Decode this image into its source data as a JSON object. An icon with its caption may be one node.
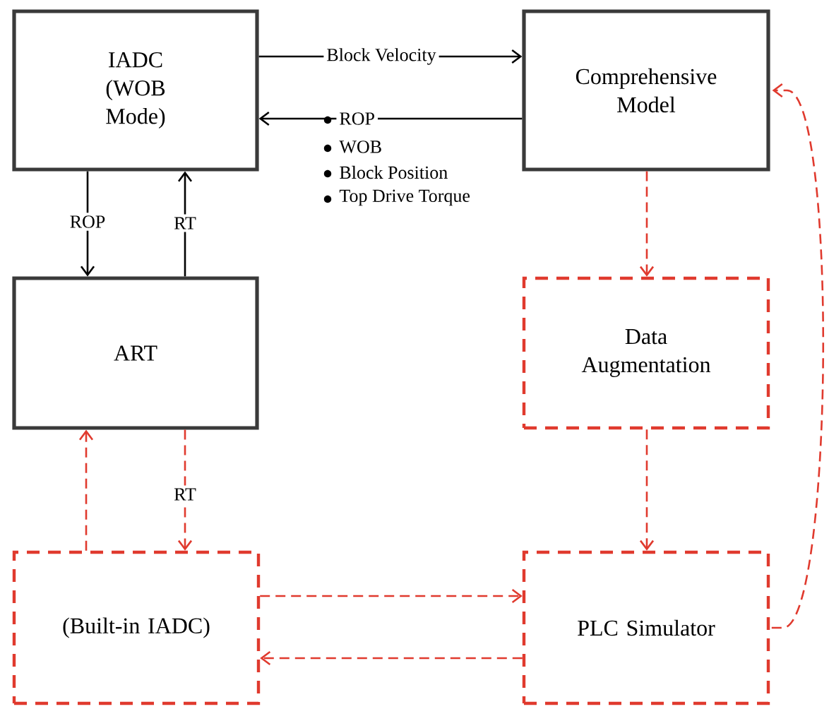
{
  "diagram": {
    "nodes": [
      {
        "text": [
          "IADC (WOB Mode)"
        ]
      },
      {
        "text": [
          "Comprehensive Model"
        ]
      },
      {
        "text": [
          "ART"
        ]
      },
      {
        "text": [
          "Data Augmentation"
        ]
      },
      {
        "text": [
          "(Built-in IADC)"
        ]
      },
      {
        "text": [
          "PLC Simulator"
        ]
      }
    ],
    "edges": [
      {
        "from": 0,
        "to": 1,
        "arrow": "to",
        "label": "Block Velocity",
        "color": "#000000"
      },
      {
        "from": 1,
        "to": 0,
        "arrow": "to",
        "label": "ROP",
        "color": "#000000"
      },
      {
        "from": 0,
        "to": 2,
        "arrow": "to",
        "label": "ROP",
        "color": "#000000"
      },
      {
        "from": 2,
        "to": 0,
        "arrow": "to",
        "label": "RT",
        "color": "#000000"
      },
      {
        "from": 1,
        "to": 3,
        "arrow": "to",
        "style": "dashed",
        "color": "#e03a2e"
      },
      {
        "from": 3,
        "to": 5,
        "arrow": "to",
        "style": "dashed",
        "color": "#e03a2e"
      },
      {
        "from": 5,
        "to": 1,
        "arrow": "to",
        "style": "dashed",
        "color": "#e03a2e"
      },
      {
        "from": 4,
        "to": 2,
        "arrow": "to",
        "style": "dashed",
        "color": "#e03a2e"
      },
      {
        "from": 2,
        "to": 4,
        "arrow": "to",
        "label": "RT",
        "style": "dashed",
        "color": "#e03a2e"
      },
      {
        "from": 4,
        "to": 5,
        "arrow": "to",
        "style": "dashed",
        "color": "#e03a2e"
      },
      {
        "from": 5,
        "to": 4,
        "arrow": "to",
        "style": "dashed",
        "color": "#e03a2e"
      }
    ],
    "labels": [
      "WOB",
      "Block Position",
      "Top Drive Torque"
    ]
  }
}
